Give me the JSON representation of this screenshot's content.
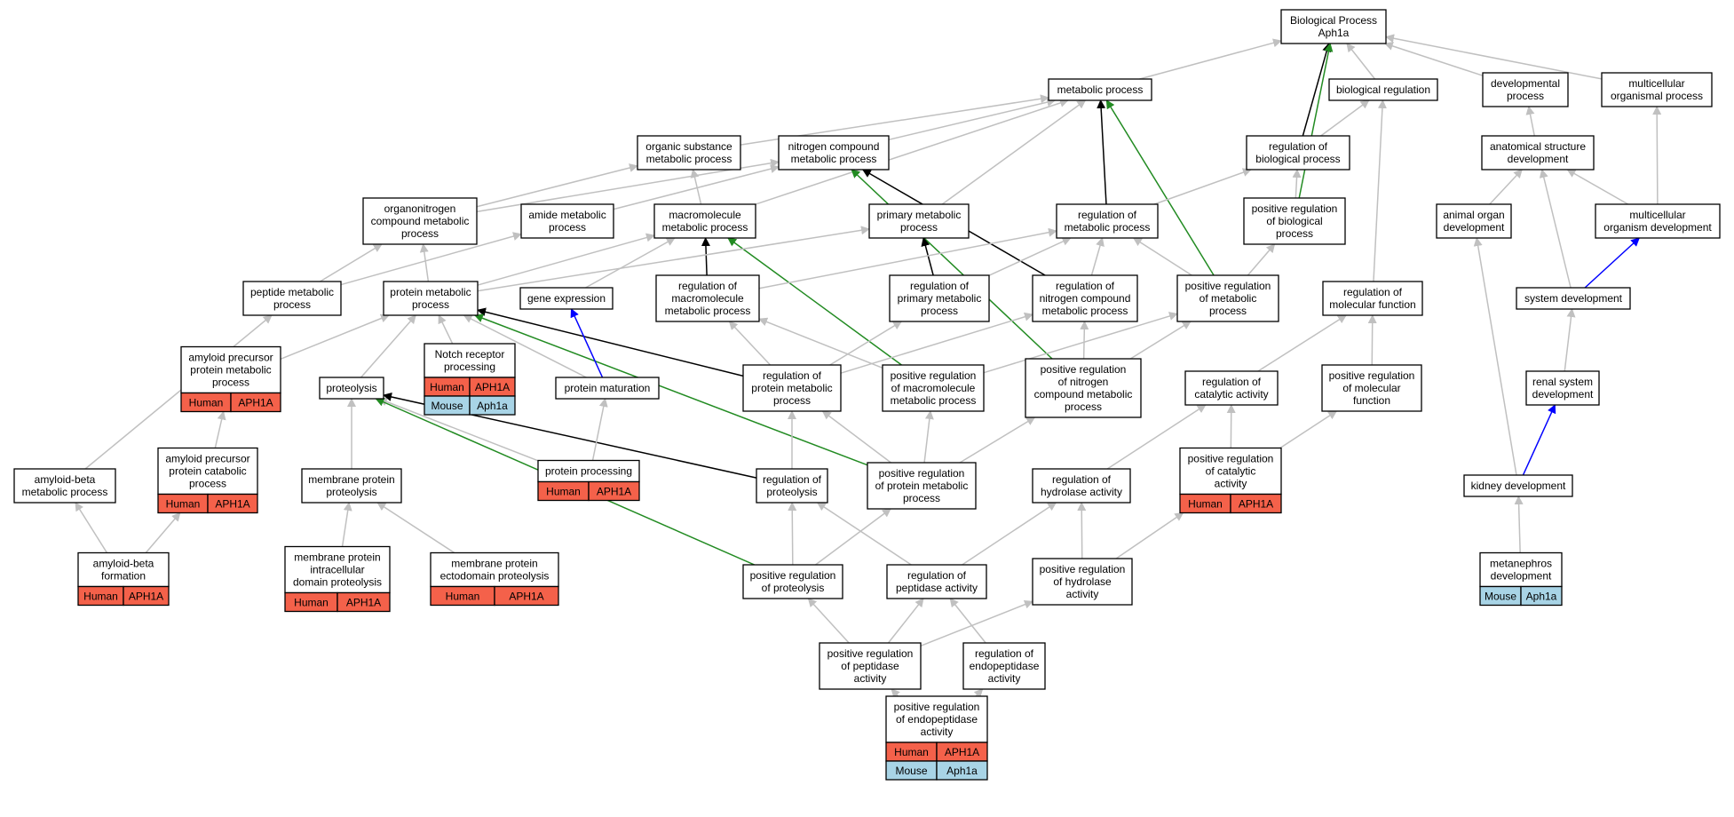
{
  "colors": {
    "default_edge": "#c0c0c0",
    "black_edge": "#000000",
    "green_edge": "#228b22",
    "blue_edge": "#0000ff",
    "human_fill": "#f4614a",
    "mouse_fill": "#a8d4e6"
  },
  "nodes": [
    {
      "id": "bp",
      "lines": [
        "Biological Process",
        "Aph1a"
      ]
    },
    {
      "id": "metab",
      "lines": [
        "metabolic process"
      ]
    },
    {
      "id": "bioreg",
      "lines": [
        "biological regulation"
      ]
    },
    {
      "id": "devproc",
      "lines": [
        "developmental",
        "process"
      ]
    },
    {
      "id": "multiorg",
      "lines": [
        "multicellular",
        "organismal process"
      ]
    },
    {
      "id": "orgsub",
      "lines": [
        "organic substance",
        "metabolic process"
      ]
    },
    {
      "id": "nitro",
      "lines": [
        "nitrogen compound",
        "metabolic process"
      ]
    },
    {
      "id": "regbio",
      "lines": [
        "regulation of",
        "biological process"
      ]
    },
    {
      "id": "anat",
      "lines": [
        "anatomical structure",
        "development"
      ]
    },
    {
      "id": "organonitro",
      "lines": [
        "organonitrogen",
        "compound metabolic",
        "process"
      ]
    },
    {
      "id": "amide",
      "lines": [
        "amide metabolic",
        "process"
      ]
    },
    {
      "id": "macro",
      "lines": [
        "macromolecule",
        "metabolic process"
      ]
    },
    {
      "id": "primary",
      "lines": [
        "primary metabolic",
        "process"
      ]
    },
    {
      "id": "regmetab",
      "lines": [
        "regulation of",
        "metabolic process"
      ]
    },
    {
      "id": "posregbio",
      "lines": [
        "positive regulation",
        "of biological",
        "process"
      ]
    },
    {
      "id": "animalorgan",
      "lines": [
        "animal organ",
        "development"
      ]
    },
    {
      "id": "multidev",
      "lines": [
        "multicellular",
        "organism development"
      ]
    },
    {
      "id": "peptide",
      "lines": [
        "peptide metabolic",
        "process"
      ]
    },
    {
      "id": "protmetab",
      "lines": [
        "protein metabolic",
        "process"
      ]
    },
    {
      "id": "geneexpr",
      "lines": [
        "gene expression"
      ]
    },
    {
      "id": "regmacro",
      "lines": [
        "regulation of",
        "macromolecule",
        "metabolic process"
      ]
    },
    {
      "id": "regprimary",
      "lines": [
        "regulation of",
        "primary metabolic",
        "process"
      ]
    },
    {
      "id": "regnitro",
      "lines": [
        "regulation of",
        "nitrogen compound",
        "metabolic process"
      ]
    },
    {
      "id": "posregmetab",
      "lines": [
        "positive regulation",
        "of metabolic",
        "process"
      ]
    },
    {
      "id": "regmolfn",
      "lines": [
        "regulation of",
        "molecular function"
      ]
    },
    {
      "id": "sysdev",
      "lines": [
        "system development"
      ]
    },
    {
      "id": "amyloidprec",
      "lines": [
        "amyloid precursor",
        "protein metabolic",
        "process"
      ],
      "genes": [
        [
          "Human",
          "APH1A"
        ]
      ]
    },
    {
      "id": "notch",
      "lines": [
        "Notch receptor",
        "processing"
      ],
      "genes": [
        [
          "Human",
          "APH1A"
        ],
        [
          "Mouse",
          "Aph1a"
        ]
      ]
    },
    {
      "id": "proteolysis",
      "lines": [
        "proteolysis"
      ]
    },
    {
      "id": "protmat",
      "lines": [
        "protein maturation"
      ]
    },
    {
      "id": "regprotmetab",
      "lines": [
        "regulation of",
        "protein metabolic",
        "process"
      ]
    },
    {
      "id": "posregmacro",
      "lines": [
        "positive regulation",
        "of macromolecule",
        "metabolic process"
      ]
    },
    {
      "id": "posregnitro",
      "lines": [
        "positive regulation",
        "of nitrogen",
        "compound metabolic",
        "process"
      ]
    },
    {
      "id": "regcat",
      "lines": [
        "regulation of",
        "catalytic activity"
      ]
    },
    {
      "id": "posregmolfn",
      "lines": [
        "positive regulation",
        "of molecular",
        "function"
      ]
    },
    {
      "id": "renal",
      "lines": [
        "renal system",
        "development"
      ]
    },
    {
      "id": "abmetab",
      "lines": [
        "amyloid-beta",
        "metabolic process"
      ]
    },
    {
      "id": "appcatab",
      "lines": [
        "amyloid precursor",
        "protein catabolic",
        "process"
      ],
      "genes": [
        [
          "Human",
          "APH1A"
        ]
      ]
    },
    {
      "id": "memprot",
      "lines": [
        "membrane protein",
        "proteolysis"
      ]
    },
    {
      "id": "protproc",
      "lines": [
        "protein processing"
      ],
      "genes": [
        [
          "Human",
          "APH1A"
        ]
      ]
    },
    {
      "id": "regproteolysis",
      "lines": [
        "regulation of",
        "proteolysis"
      ]
    },
    {
      "id": "posregprotmetab",
      "lines": [
        "positive regulation",
        "of protein metabolic",
        "process"
      ]
    },
    {
      "id": "reghydro",
      "lines": [
        "regulation of",
        "hydrolase activity"
      ]
    },
    {
      "id": "posregcat",
      "lines": [
        "positive regulation",
        "of catalytic",
        "activity"
      ],
      "genes": [
        [
          "Human",
          "APH1A"
        ]
      ]
    },
    {
      "id": "kidney",
      "lines": [
        "kidney development"
      ]
    },
    {
      "id": "abform",
      "lines": [
        "amyloid-beta",
        "formation"
      ],
      "genes": [
        [
          "Human",
          "APH1A"
        ]
      ]
    },
    {
      "id": "memintra",
      "lines": [
        "membrane protein",
        "intracellular",
        "domain proteolysis"
      ],
      "genes": [
        [
          "Human",
          "APH1A"
        ]
      ]
    },
    {
      "id": "memecto",
      "lines": [
        "membrane protein",
        "ectodomain proteolysis"
      ],
      "genes": [
        [
          "Human",
          "APH1A"
        ]
      ]
    },
    {
      "id": "posregproteolysis",
      "lines": [
        "positive regulation",
        "of proteolysis"
      ]
    },
    {
      "id": "regpeptidase",
      "lines": [
        "regulation of",
        "peptidase activity"
      ]
    },
    {
      "id": "posreghydro",
      "lines": [
        "positive regulation",
        "of hydrolase",
        "activity"
      ]
    },
    {
      "id": "metaneph",
      "lines": [
        "metanephros",
        "development"
      ],
      "genes": [
        [
          "Mouse",
          "Aph1a"
        ]
      ]
    },
    {
      "id": "posregpeptidase",
      "lines": [
        "positive regulation",
        "of peptidase",
        "activity"
      ]
    },
    {
      "id": "regendo",
      "lines": [
        "regulation of",
        "endopeptidase",
        "activity"
      ]
    },
    {
      "id": "posregendo",
      "lines": [
        "positive regulation",
        "of endopeptidase",
        "activity"
      ],
      "genes": [
        [
          "Human",
          "APH1A"
        ],
        [
          "Mouse",
          "Aph1a"
        ]
      ]
    }
  ]
}
